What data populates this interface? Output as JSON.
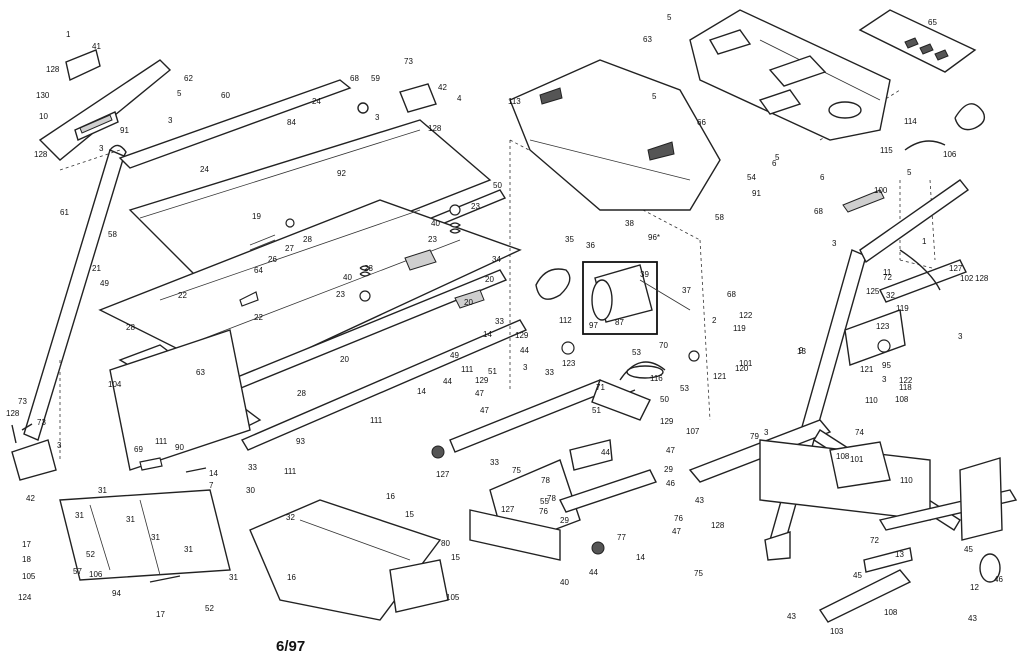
{
  "date_code": "6/97",
  "callouts": [
    "1",
    "41",
    "128",
    "130",
    "62",
    "5",
    "3",
    "10",
    "91",
    "128",
    "3",
    "60",
    "24",
    "84",
    "24",
    "68",
    "59",
    "73",
    "42",
    "4",
    "128",
    "3",
    "92",
    "50",
    "23",
    "40",
    "23",
    "19",
    "27",
    "26",
    "28",
    "64",
    "40",
    "23",
    "23",
    "34",
    "22",
    "22",
    "20",
    "20",
    "20",
    "58",
    "21",
    "49",
    "28",
    "63",
    "104",
    "93",
    "28",
    "111",
    "111",
    "61",
    "128",
    "73",
    "73",
    "3",
    "42",
    "69",
    "90",
    "14",
    "7",
    "33",
    "111",
    "30",
    "31",
    "31",
    "31",
    "31",
    "17",
    "18",
    "52",
    "105",
    "57",
    "106",
    "124",
    "94",
    "31",
    "17",
    "52",
    "31",
    "32",
    "16",
    "15",
    "16",
    "80",
    "15",
    "105",
    "5",
    "63",
    "5",
    "113",
    "66",
    "65",
    "114",
    "115",
    "106",
    "6",
    "6",
    "5",
    "54",
    "91",
    "100",
    "5",
    "58",
    "68",
    "35",
    "36",
    "38",
    "96*",
    "39",
    "37",
    "97",
    "87",
    "68",
    "112",
    "33",
    "129",
    "14",
    "44",
    "49",
    "111",
    "51",
    "53",
    "70",
    "44",
    "129",
    "3",
    "47",
    "47",
    "14",
    "123",
    "33",
    "71",
    "116",
    "53",
    "50",
    "51",
    "129",
    "107",
    "44",
    "47",
    "29",
    "127",
    "33",
    "75",
    "78",
    "55",
    "127",
    "29",
    "77",
    "40",
    "44",
    "47",
    "14",
    "75",
    "128",
    "46",
    "43",
    "76",
    "79",
    "78",
    "76",
    "108",
    "101",
    "13",
    "3",
    "3",
    "11",
    "72",
    "1",
    "128",
    "102",
    "127",
    "125",
    "32",
    "119",
    "123",
    "3",
    "121",
    "95",
    "122",
    "118",
    "2",
    "119",
    "122",
    "121",
    "120",
    "101",
    "9",
    "108",
    "110",
    "3",
    "108",
    "110",
    "74",
    "72",
    "13",
    "45",
    "45",
    "12",
    "46",
    "43",
    "43",
    "103"
  ]
}
